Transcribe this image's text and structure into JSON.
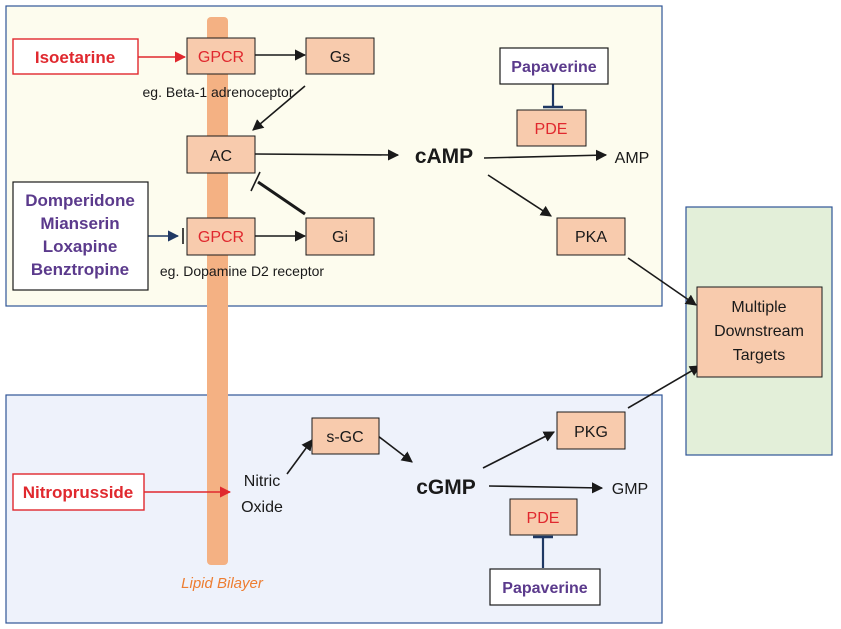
{
  "colors": {
    "top_region_fill": "#fdfcee",
    "bottom_region_fill": "#eef2fb",
    "region_border": "#2f5597",
    "targets_fill": "#e3efd9",
    "box_fill": "#f8cbad",
    "lipid_bilayer": "#f4b183",
    "drug_red": "#e0282e",
    "drug_purple": "#5b3a8c",
    "arrow_dark": "#1a1a1a",
    "inhibit_navy": "#1f3864"
  },
  "membrane": {
    "label": "Lipid Bilayer"
  },
  "camp_pathway": {
    "isoetarine": "Isoetarine",
    "gpcr_top": "GPCR",
    "gs": "Gs",
    "beta_note": "eg. Beta-1 adrenoceptor",
    "ac": "AC",
    "camp": "cAMP",
    "amp": "AMP",
    "pde": "PDE",
    "papaverine": "Papaverine",
    "pka": "PKA",
    "antagonists": [
      "Domperidone",
      "Mianserin",
      "Loxapine",
      "Benztropine"
    ],
    "gpcr_bottom": "GPCR",
    "gi": "Gi",
    "d2_note": "eg. Dopamine D2 receptor"
  },
  "cgmp_pathway": {
    "nitroprusside": "Nitroprusside",
    "nitric_oxide_line1": "Nitric",
    "nitric_oxide_line2": "Oxide",
    "sgc": "s-GC",
    "cgmp": "cGMP",
    "gmp": "GMP",
    "pkg": "PKG",
    "pde": "PDE",
    "papaverine": "Papaverine"
  },
  "targets": {
    "line1": "Multiple",
    "line2": "Downstream",
    "line3": "Targets"
  }
}
